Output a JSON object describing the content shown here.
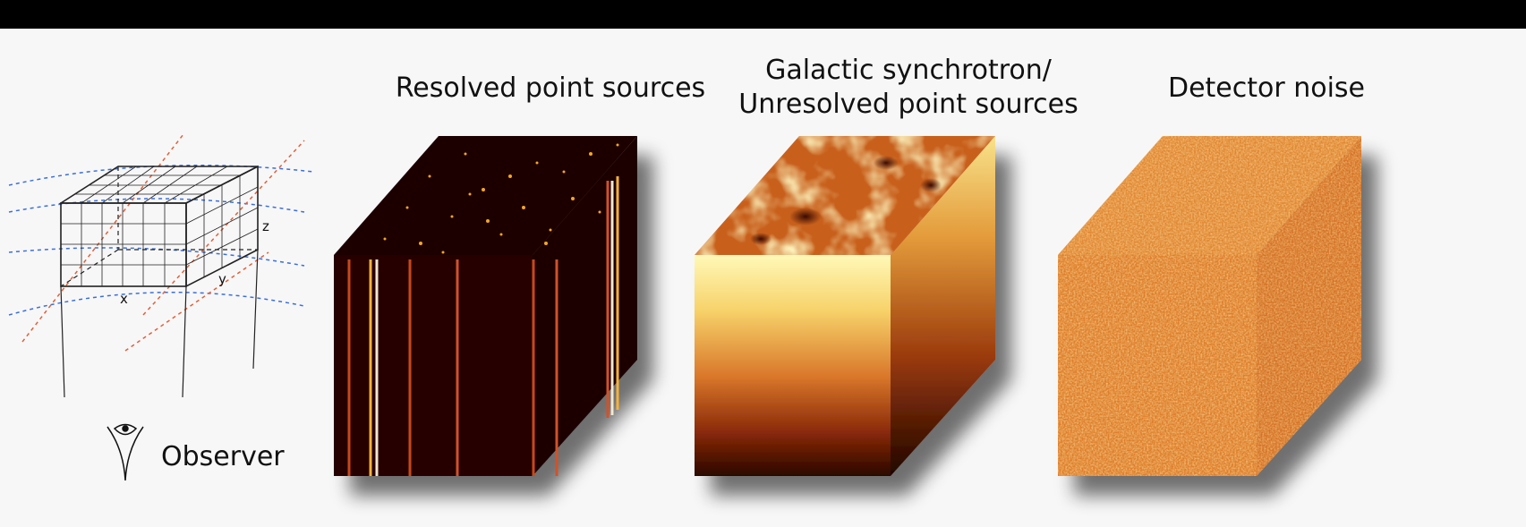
{
  "labels": {
    "resolved": "Resolved point sources",
    "galactic_line1": "Galactic synchrotron/",
    "galactic_line2": "Unresolved point sources",
    "noise": "Detector noise",
    "observer": "Observer",
    "axis_x": "x",
    "axis_y": "y",
    "axis_z": "z"
  },
  "colors": {
    "background": "#f7f7f7",
    "frame": "#000000",
    "field_line_blue": "#3a6fd8",
    "field_line_red": "#e0603a",
    "dark_cube": "#2a0505",
    "point_source": "#f5a623",
    "synchrotron_light": "#fff6b0",
    "synchrotron_dark": "#3a0a00",
    "noise_base": "#e0812a"
  },
  "diagram_data": {
    "panels": [
      "observation-geometry",
      "resolved-point-sources",
      "galactic-synchrotron",
      "detector-noise"
    ]
  }
}
